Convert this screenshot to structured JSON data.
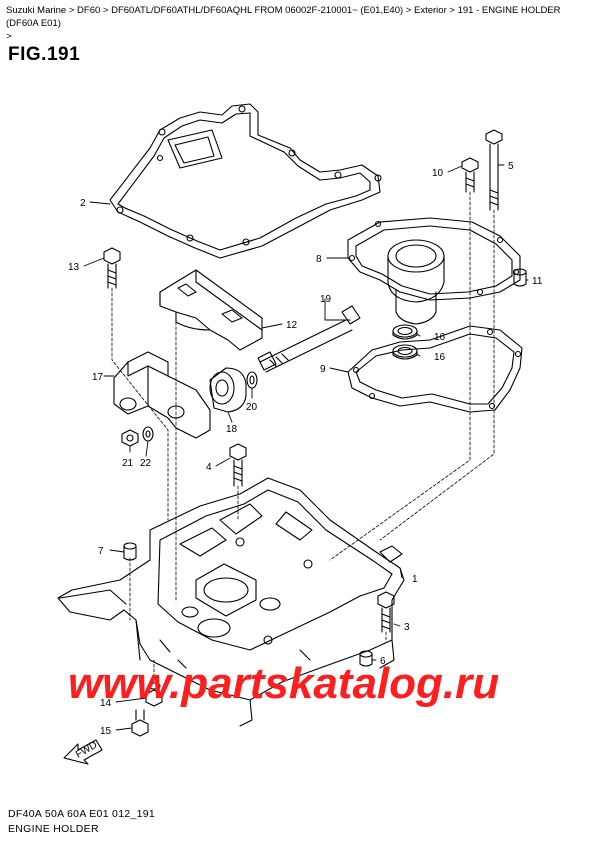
{
  "breadcrumb": {
    "items": [
      "Suzuki Marine",
      "DF60",
      "DF60ATL/DF60ATHL/DF60AQHL FROM 06002F-210001~ (E01,E40)",
      "Exterior",
      "191 - ENGINE HOLDER (DF60A E01)"
    ],
    "sep": " > ",
    "trail": ">"
  },
  "figure": {
    "title": "FIG.191"
  },
  "callouts": {
    "c1": "1",
    "c2": "2",
    "c3": "3",
    "c4": "4",
    "c5": "5",
    "c6": "6",
    "c7": "7",
    "c8": "8",
    "c9": "9",
    "c10": "10",
    "c11": "11",
    "c12": "12",
    "c13": "13",
    "c14": "14",
    "c15": "15",
    "c16a": "16",
    "c16b": "16",
    "c17": "17",
    "c18": "18",
    "c19": "19",
    "c20": "20",
    "c21": "21",
    "c22": "22"
  },
  "fwd_label": "FWD",
  "watermark": "www.partskatalog.ru",
  "footer": {
    "code": "DF40A 50A 60A E01 012_191",
    "title": "ENGINE HOLDER"
  },
  "colors": {
    "watermark": "#ff1e1e",
    "line": "#000000"
  }
}
